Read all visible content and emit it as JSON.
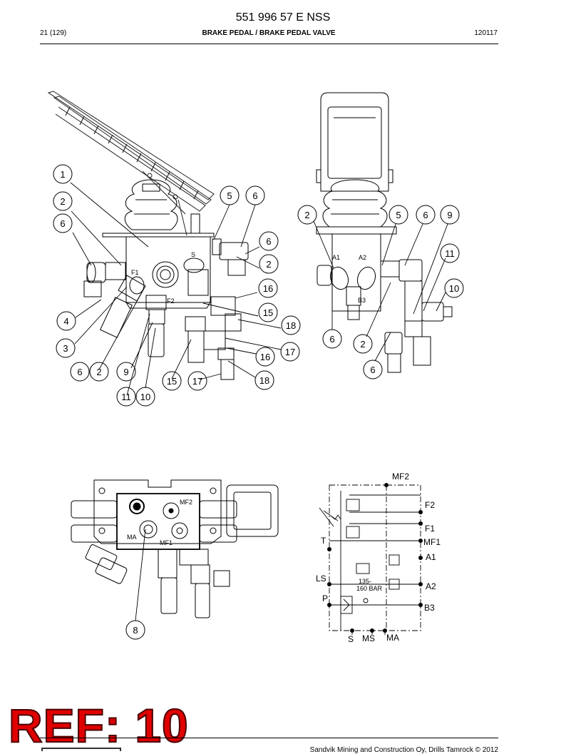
{
  "header": {
    "doc_number": "551 996 57 E NSS",
    "page_ref": "21 (129)",
    "section_title": "BRAKE PEDAL / BRAKE PEDAL VALVE",
    "date_code": "120117"
  },
  "callouts": {
    "side_view": [
      "1",
      "2",
      "6",
      "5",
      "6",
      "6",
      "2",
      "16",
      "15",
      "18",
      "4",
      "3",
      "17",
      "16",
      "18",
      "6",
      "2",
      "9",
      "15",
      "17",
      "11",
      "10"
    ],
    "front_view": [
      "2",
      "5",
      "6",
      "9",
      "11",
      "10",
      "6",
      "2",
      "6"
    ],
    "top_view": [
      "8"
    ]
  },
  "part_markings": {
    "side_view": [
      "F1",
      "F2",
      "S"
    ],
    "front_view": [
      "A1",
      "A2",
      "B3"
    ],
    "top_view": [
      "MF2",
      "MA",
      "MF1"
    ]
  },
  "schematic": {
    "ports": [
      "MF2",
      "F2",
      "F1",
      "MF1",
      "T",
      "A1",
      "LS",
      "A2",
      "P",
      "B3",
      "S",
      "MS",
      "MA"
    ],
    "pressure_note": [
      "135-",
      "160 BAR"
    ]
  },
  "stamp": "REF: 10",
  "footer": {
    "copyright": "Sandvik Mining and Construction Oy, Drills Tamrock © 2012"
  }
}
